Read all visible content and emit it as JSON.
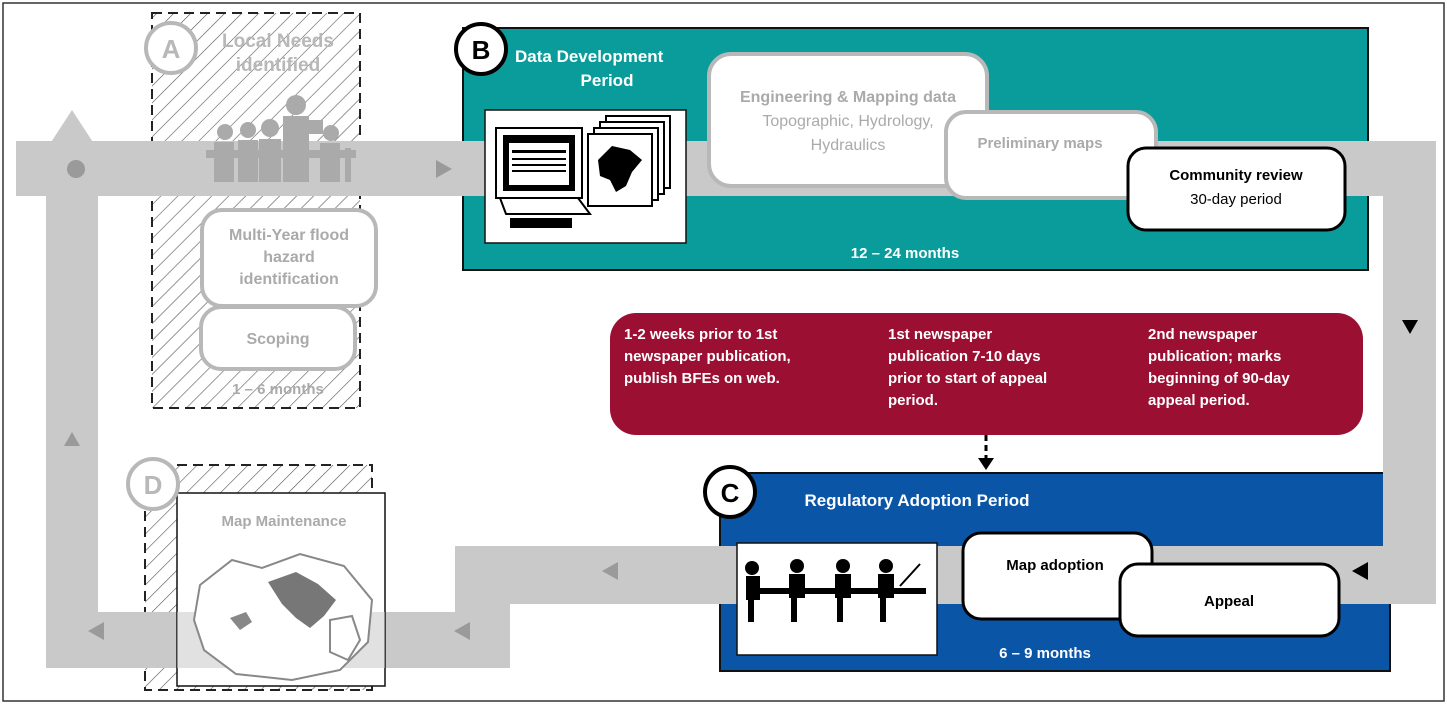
{
  "colors": {
    "frame": "#333333",
    "flow_gray": "#c9c9c9",
    "dim_gray": "#b8b8b8",
    "arrow_gray": "#9a9a9a",
    "teal": "#0a9c9b",
    "blue": "#0a55a6",
    "maroon": "#9b0f32",
    "white": "#ffffff",
    "black": "#000000"
  },
  "icons": [
    "computer-icon",
    "map-pages-icon",
    "meeting-people-icon",
    "board-meeting-icon",
    "torn-map-icon",
    "flow-arrow-icon"
  ],
  "phase_a": {
    "badge": "A",
    "title_line1": "Local Needs",
    "title_line2": "identified",
    "box1_line1": "Multi-Year flood",
    "box1_line2": "hazard",
    "box1_line3": "identification",
    "box2": "Scoping",
    "duration": "1 – 6 months"
  },
  "phase_b": {
    "badge": "B",
    "title_line1": "Data Development",
    "title_line2": "Period",
    "eng_title": "Engineering & Mapping data",
    "eng_line2": "Topographic, Hydrology,",
    "eng_line3": "Hydraulics",
    "prelim": "Preliminary maps",
    "review_title": "Community review",
    "review_sub": "30-day period",
    "duration": "12 – 24 months"
  },
  "notice": {
    "col1_line1": "1-2 weeks prior to 1st",
    "col1_line2": "newspaper publication,",
    "col1_line3": "publish BFEs on web.",
    "col2_line1": "1st newspaper",
    "col2_line2": "publication 7-10 days",
    "col2_line3": "prior to start of appeal",
    "col2_line4": "period.",
    "col3_line1": "2nd newspaper",
    "col3_line2": "publication; marks",
    "col3_line3": "beginning of 90-day",
    "col3_line4": "appeal period."
  },
  "phase_c": {
    "badge": "C",
    "title": "Regulatory  Adoption Period",
    "adoption": "Map adoption",
    "appeal": "Appeal",
    "duration": "6 – 9 months"
  },
  "phase_d": {
    "badge": "D",
    "title": "Map Maintenance"
  }
}
